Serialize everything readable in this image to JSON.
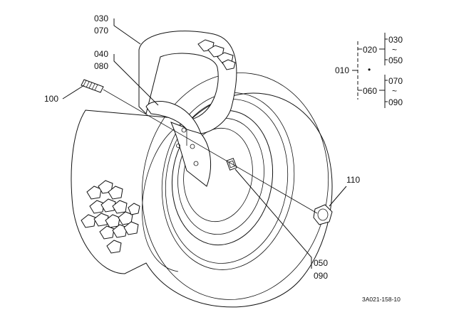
{
  "diagram": {
    "callouts": {
      "c030": "030",
      "c070": "070",
      "c040": "040",
      "c080": "080",
      "c100": "100",
      "c110": "110",
      "c050": "050",
      "c090": "090"
    },
    "tree": {
      "root": "010",
      "branch_top": "020",
      "branch_top_from": "030",
      "branch_top_tilde": "~",
      "branch_top_to": "050",
      "dot": "•",
      "branch_bottom": "060",
      "branch_bottom_from": "070",
      "branch_bottom_tilde": "~",
      "branch_bottom_to": "090"
    },
    "figure_code": "3A021-158-10"
  }
}
